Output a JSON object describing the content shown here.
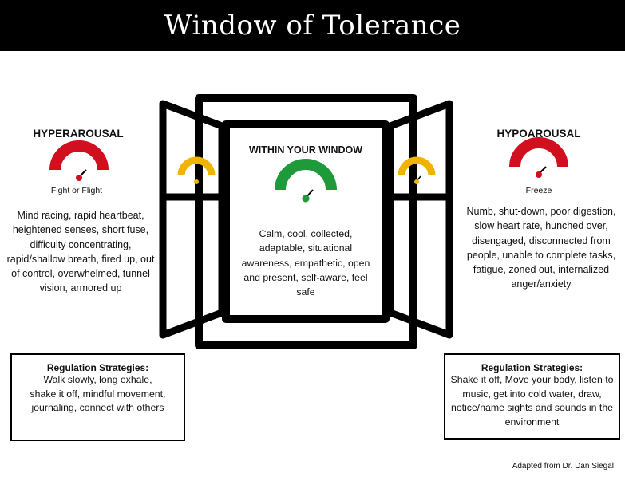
{
  "title": "Window of Tolerance",
  "left": {
    "heading": "HYPERAROUSAL",
    "gauge_label": "Fight or Flight",
    "gauge_color": "#d0101f",
    "description": "Mind racing, rapid heartbeat, heightened senses, short fuse,  difficulty concentrating, rapid/shallow breath, fired up, out of control, overwhelmed, tunnel vision, armored up",
    "strategies_title": "Regulation Strategies:",
    "strategies": "Walk slowly, long exhale, shake it off, mindful movement, journaling, connect with others"
  },
  "center": {
    "heading": "WITHIN YOUR WINDOW",
    "gauge_color": "#1f9a3a",
    "description": "Calm, cool, collected, adaptable, situational awareness, empathetic, open and present, self-aware, feel safe"
  },
  "right": {
    "heading": "HYPOAROUSAL",
    "gauge_label": "Freeze",
    "gauge_color": "#d0101f",
    "description": "Numb, shut-down,  poor digestion, slow heart rate, hunched over, disengaged, disconnected from people, unable to complete tasks, fatigue, zoned out, internalized anger/anxiety",
    "strategies_title": "Regulation Strategies:",
    "strategies": "Shake it off, Move your body, listen to music, get into cold water,  draw, notice/name sights and sounds in the environment"
  },
  "shutter_gauge_color": "#f0b400",
  "credit": "Adapted from Dr. Dan Siegal"
}
